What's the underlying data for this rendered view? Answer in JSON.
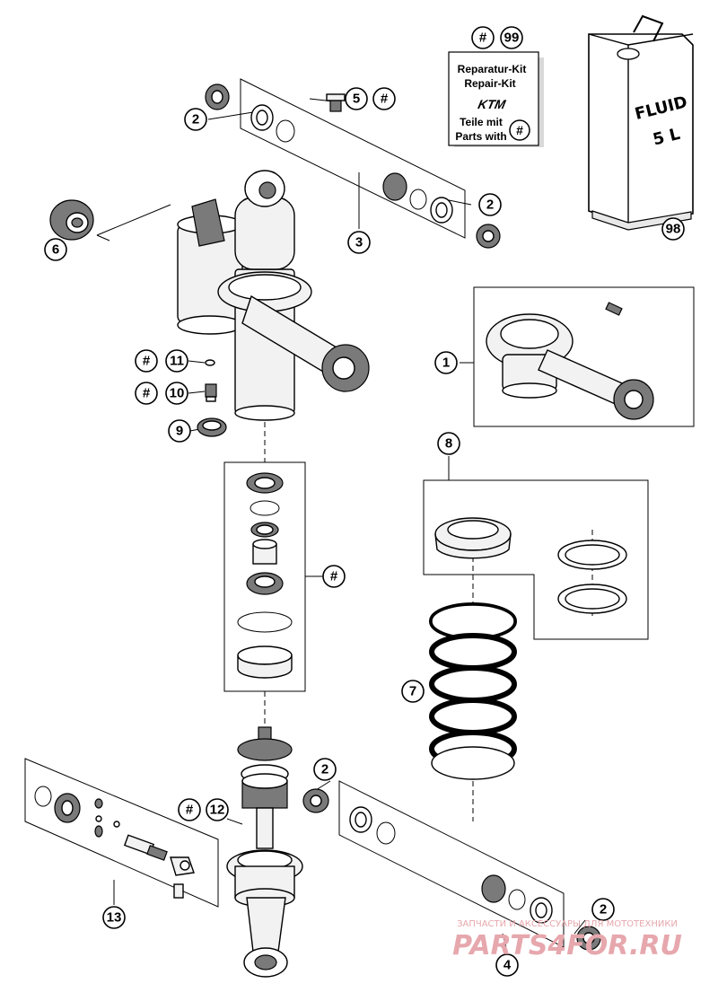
{
  "callouts": {
    "c1": "1",
    "c2a": "2",
    "c2b": "2",
    "c2c": "2",
    "c2d": "2",
    "c3": "3",
    "c4": "4",
    "c5": "5",
    "c6": "6",
    "c7": "7",
    "c8": "8",
    "c9": "9",
    "c10": "10",
    "c11": "11",
    "c12": "12",
    "c13": "13",
    "c98": "98",
    "c99": "99",
    "hash_symbol": "#"
  },
  "repair_kit": {
    "line1": "Reparatur-Kit",
    "line2": "Repair-Kit",
    "brand": "KTM",
    "line3": "Teile mit",
    "line4": "Parts with",
    "hash": "#"
  },
  "fluid_can": {
    "line1": "FLUID",
    "line2": "5 L"
  },
  "watermark": {
    "top": "ЗАПЧАСТИ И АКСЕССУАРЫ ДЛЯ МОТОТЕХНИКИ",
    "brand": "PARTS4FOR.RU"
  },
  "colors": {
    "watermark": "#e6a7ad",
    "line": "#000000"
  }
}
